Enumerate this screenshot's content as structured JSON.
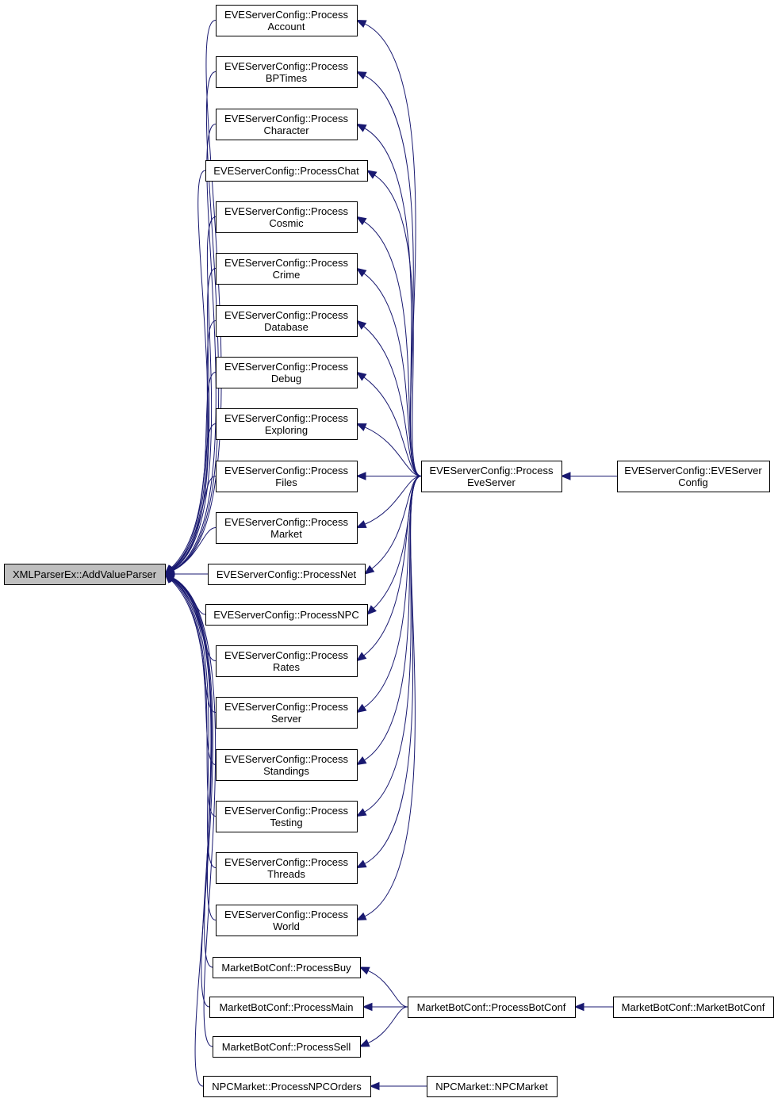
{
  "colors": {
    "edge": "#191970",
    "root_fill": "#bfbfbf",
    "node_fill": "#ffffff",
    "border": "#000000"
  },
  "nodes": {
    "root": [
      "XMLParserEx::AddValueParser"
    ],
    "pAccount": [
      "EVEServerConfig::Process",
      "Account"
    ],
    "pBPTimes": [
      "EVEServerConfig::Process",
      "BPTimes"
    ],
    "pCharacter": [
      "EVEServerConfig::Process",
      "Character"
    ],
    "pChat": [
      "EVEServerConfig::ProcessChat"
    ],
    "pCosmic": [
      "EVEServerConfig::Process",
      "Cosmic"
    ],
    "pCrime": [
      "EVEServerConfig::Process",
      "Crime"
    ],
    "pDatabase": [
      "EVEServerConfig::Process",
      "Database"
    ],
    "pDebug": [
      "EVEServerConfig::Process",
      "Debug"
    ],
    "pExploring": [
      "EVEServerConfig::Process",
      "Exploring"
    ],
    "pFiles": [
      "EVEServerConfig::Process",
      "Files"
    ],
    "pMarket": [
      "EVEServerConfig::Process",
      "Market"
    ],
    "pNet": [
      "EVEServerConfig::ProcessNet"
    ],
    "pNPC": [
      "EVEServerConfig::ProcessNPC"
    ],
    "pRates": [
      "EVEServerConfig::Process",
      "Rates"
    ],
    "pServer": [
      "EVEServerConfig::Process",
      "Server"
    ],
    "pStandings": [
      "EVEServerConfig::Process",
      "Standings"
    ],
    "pTesting": [
      "EVEServerConfig::Process",
      "Testing"
    ],
    "pThreads": [
      "EVEServerConfig::Process",
      "Threads"
    ],
    "pWorld": [
      "EVEServerConfig::Process",
      "World"
    ],
    "pEveServer": [
      "EVEServerConfig::Process",
      "EveServer"
    ],
    "eveServerConfig": [
      "EVEServerConfig::EVEServer",
      "Config"
    ],
    "mbBuy": [
      "MarketBotConf::ProcessBuy"
    ],
    "mbMain": [
      "MarketBotConf::ProcessMain"
    ],
    "mbSell": [
      "MarketBotConf::ProcessSell"
    ],
    "mbBotConf": [
      "MarketBotConf::ProcessBotConf"
    ],
    "mbCtor": [
      "MarketBotConf::MarketBotConf"
    ],
    "npcOrders": [
      "NPCMarket::ProcessNPCOrders"
    ],
    "npcCtor": [
      "NPCMarket::NPCMarket"
    ]
  },
  "edges": [
    [
      "pAccount",
      "root"
    ],
    [
      "pBPTimes",
      "root"
    ],
    [
      "pCharacter",
      "root"
    ],
    [
      "pChat",
      "root"
    ],
    [
      "pCosmic",
      "root"
    ],
    [
      "pCrime",
      "root"
    ],
    [
      "pDatabase",
      "root"
    ],
    [
      "pDebug",
      "root"
    ],
    [
      "pExploring",
      "root"
    ],
    [
      "pFiles",
      "root"
    ],
    [
      "pMarket",
      "root"
    ],
    [
      "pNet",
      "root"
    ],
    [
      "pNPC",
      "root"
    ],
    [
      "pRates",
      "root"
    ],
    [
      "pServer",
      "root"
    ],
    [
      "pStandings",
      "root"
    ],
    [
      "pTesting",
      "root"
    ],
    [
      "pThreads",
      "root"
    ],
    [
      "pWorld",
      "root"
    ],
    [
      "mbBuy",
      "root"
    ],
    [
      "mbMain",
      "root"
    ],
    [
      "mbSell",
      "root"
    ],
    [
      "npcOrders",
      "root"
    ],
    [
      "pEveServer",
      "pAccount"
    ],
    [
      "pEveServer",
      "pBPTimes"
    ],
    [
      "pEveServer",
      "pCharacter"
    ],
    [
      "pEveServer",
      "pChat"
    ],
    [
      "pEveServer",
      "pCosmic"
    ],
    [
      "pEveServer",
      "pCrime"
    ],
    [
      "pEveServer",
      "pDatabase"
    ],
    [
      "pEveServer",
      "pDebug"
    ],
    [
      "pEveServer",
      "pExploring"
    ],
    [
      "pEveServer",
      "pFiles"
    ],
    [
      "pEveServer",
      "pMarket"
    ],
    [
      "pEveServer",
      "pNet"
    ],
    [
      "pEveServer",
      "pNPC"
    ],
    [
      "pEveServer",
      "pRates"
    ],
    [
      "pEveServer",
      "pServer"
    ],
    [
      "pEveServer",
      "pStandings"
    ],
    [
      "pEveServer",
      "pTesting"
    ],
    [
      "pEveServer",
      "pThreads"
    ],
    [
      "pEveServer",
      "pWorld"
    ],
    [
      "eveServerConfig",
      "pEveServer"
    ],
    [
      "mbBotConf",
      "mbBuy"
    ],
    [
      "mbBotConf",
      "mbMain"
    ],
    [
      "mbBotConf",
      "mbSell"
    ],
    [
      "mbCtor",
      "mbBotConf"
    ],
    [
      "npcCtor",
      "npcOrders"
    ]
  ]
}
